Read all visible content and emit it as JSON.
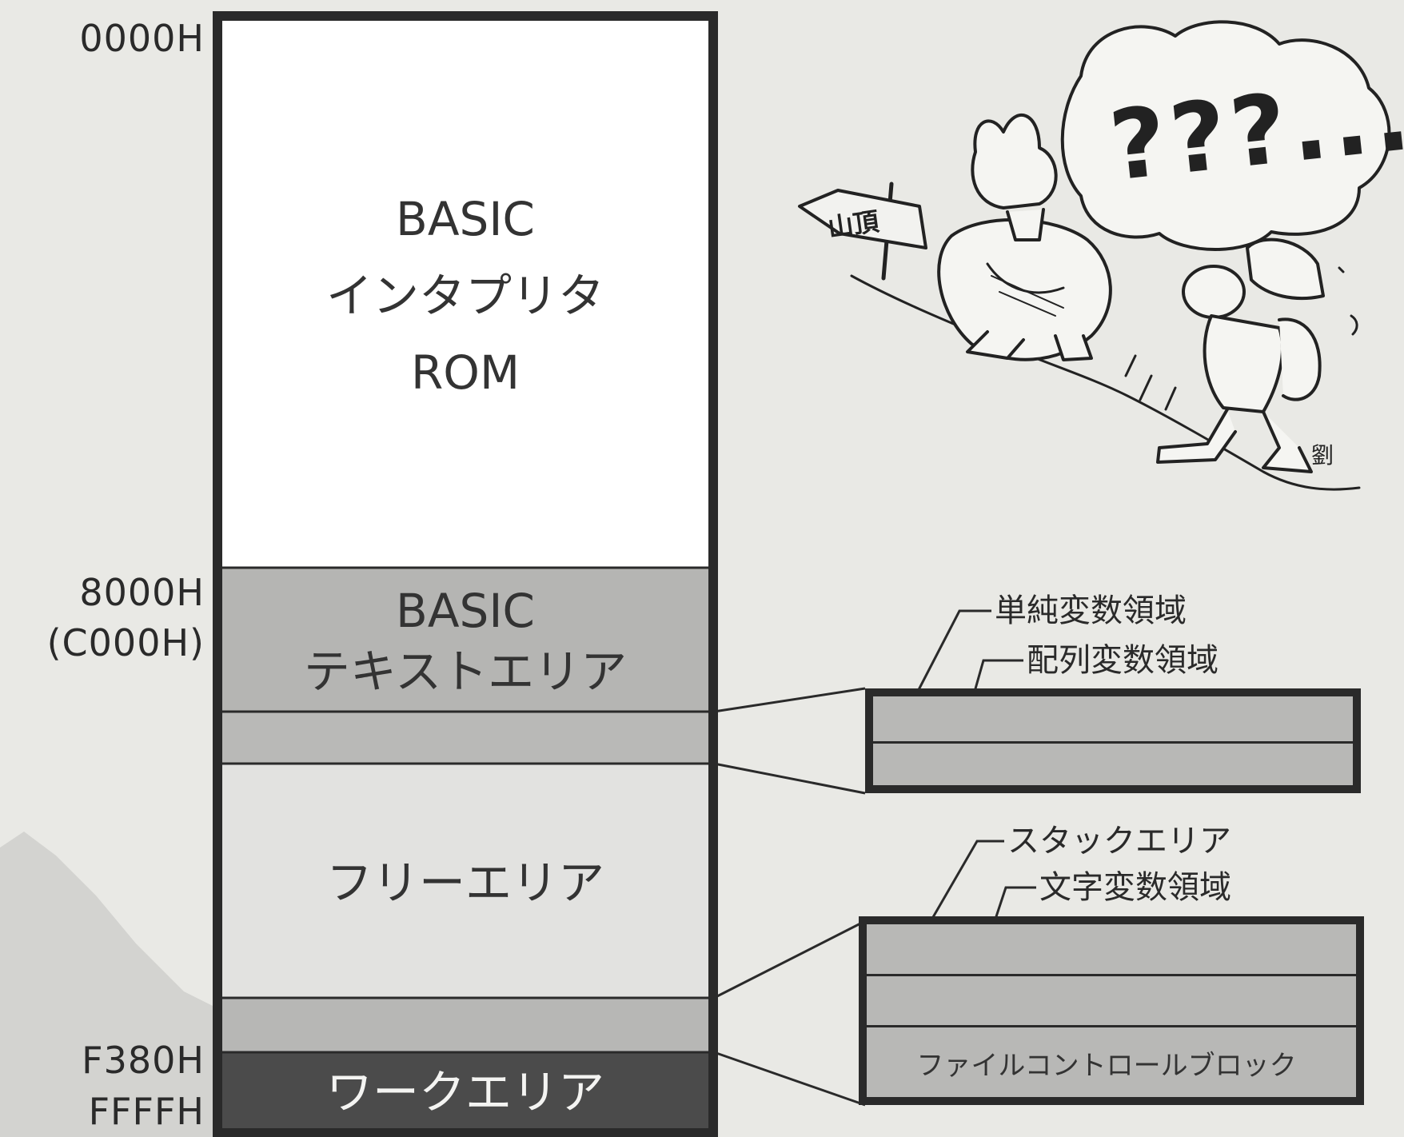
{
  "addresses": {
    "start": "0000H",
    "basic_text_start": "8000H",
    "basic_text_start_alt": "(C000H)",
    "work_area_start": "F380H",
    "end": "FFFFH"
  },
  "regions": {
    "rom": [
      "BASIC",
      "インタプリタ",
      "ROM"
    ],
    "basic_text": [
      "BASIC",
      "テキストエリア"
    ],
    "free_area": "フリーエリア",
    "work_area": "ワークエリア"
  },
  "variables_detail": {
    "simple_variables": "単純変数領域",
    "array_variables": "配列変数領域"
  },
  "stack_detail": {
    "stack_area": "スタックエリア",
    "string_variables": "文字変数領域",
    "file_control_block": "ファイルコントロールブロック"
  },
  "illustration": {
    "signpost_text": "山頂",
    "thought_bubble_text": "???...",
    "signature": "劉"
  },
  "colors": {
    "paper": "#e9e9e5",
    "ink": "#2a2a2a",
    "rom": "#ffffff",
    "basic_text": "#b5b5b3",
    "variables": "#b9b9b7",
    "free_area": "#e2e2e0",
    "stack": "#b7b7b5",
    "work_area": "#4b4b4b"
  }
}
